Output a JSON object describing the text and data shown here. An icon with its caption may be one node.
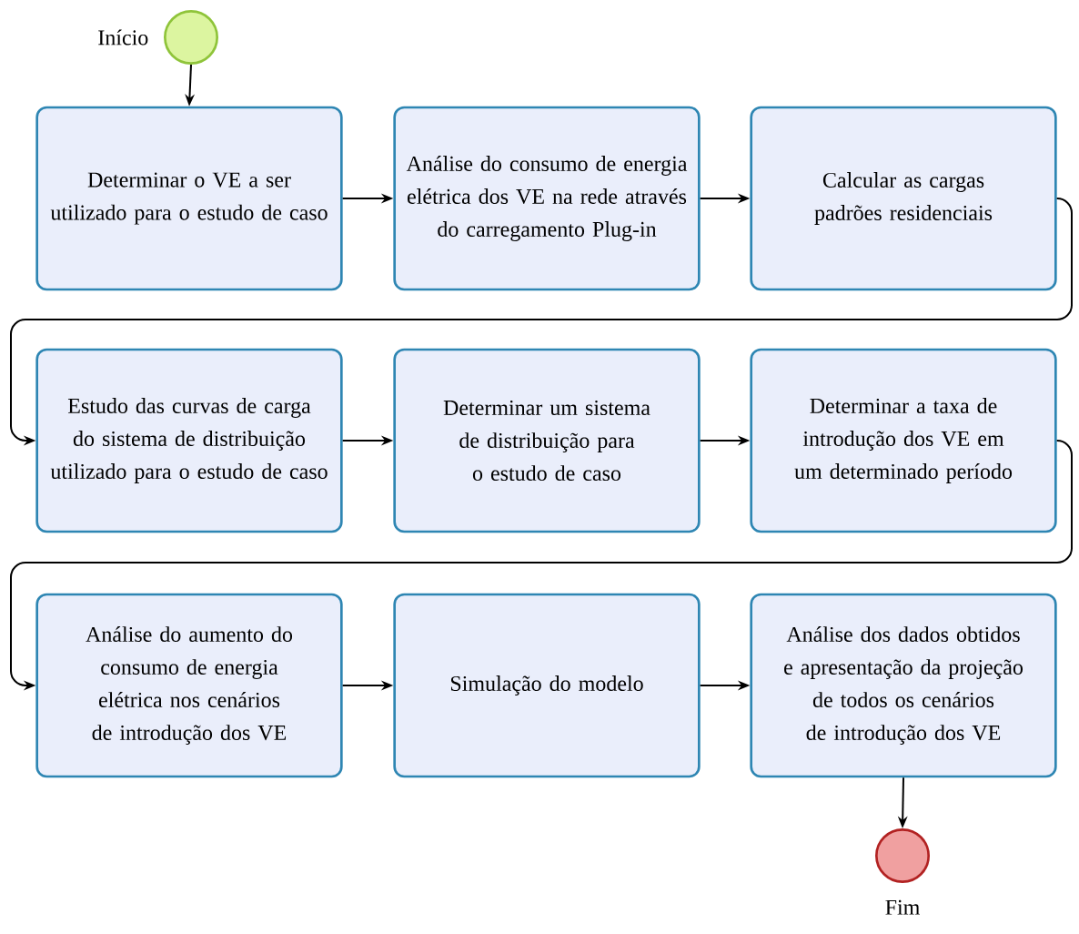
{
  "diagram": {
    "nodes": [
      {
        "text": [],
        "shape": "circle",
        "beside": [
          "Início"
        ]
      },
      {
        "text": [
          "Determinar o VE a ser utilizado para o estudo de caso"
        ]
      },
      {
        "text": [
          "Análise do consumo de energia elétrica dos VE na rede através do carregamento Plug-in"
        ]
      },
      {
        "text": [
          "Calcular as cargas padrões residenciais"
        ]
      },
      {
        "text": [
          "Estudo das curvas de carga do sistema de distribuição utilizado para o estudo de caso"
        ]
      },
      {
        "text": [
          "Determinar um sistema de distribuição para o estudo de caso"
        ]
      },
      {
        "text": [
          "Determinar a taxa de introdução dos VE em um determinado período"
        ]
      },
      {
        "text": [
          "Análise do aumento do consumo de energia elétrica nos cenários de introdução dos VE"
        ]
      },
      {
        "text": [
          "Simulação do modelo"
        ]
      },
      {
        "text": [
          "Análise dos dados obtidos e apresentação da projeção de todos os cenários de introdução dos VE"
        ]
      },
      {
        "text": [],
        "shape": "circle",
        "beside": [
          "Fim"
        ]
      }
    ],
    "edges": [
      {
        "from": 0,
        "to": 1,
        "arrow": "to"
      },
      {
        "from": 1,
        "to": 2,
        "arrow": "to"
      },
      {
        "from": 2,
        "to": 3,
        "arrow": "to"
      },
      {
        "from": 3,
        "to": 4,
        "arrow": "to"
      },
      {
        "from": 4,
        "to": 5,
        "arrow": "to"
      },
      {
        "from": 5,
        "to": 6,
        "arrow": "to"
      },
      {
        "from": 6,
        "to": 7,
        "arrow": "to"
      },
      {
        "from": 7,
        "to": 8,
        "arrow": "to"
      },
      {
        "from": 8,
        "to": 9,
        "arrow": "to"
      },
      {
        "from": 9,
        "to": 10,
        "arrow": "to"
      }
    ]
  }
}
